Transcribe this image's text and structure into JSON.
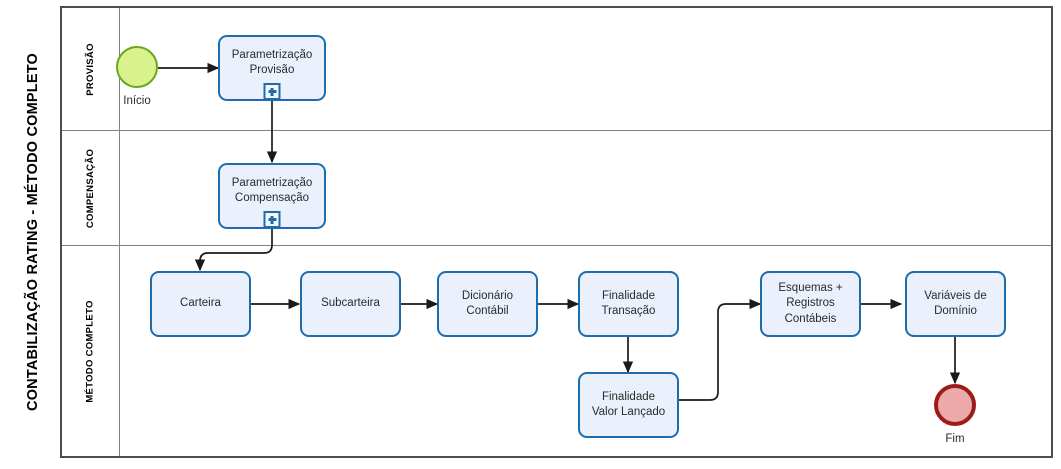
{
  "pool": {
    "title": "CONTABILIZAÇÃO RATING - MÉTODO COMPLETO"
  },
  "lanes": [
    {
      "id": "provisao",
      "label": "PROVISÃO"
    },
    {
      "id": "compensacao",
      "label": "COMPENSAÇÃO"
    },
    {
      "id": "metodo_completo",
      "label": "MÉTODO COMPLETO"
    }
  ],
  "events": [
    {
      "id": "start",
      "type": "start-event",
      "label": "Início",
      "lane": "provisao"
    },
    {
      "id": "end",
      "type": "end-event",
      "label": "Fim",
      "lane": "metodo_completo"
    }
  ],
  "tasks": [
    {
      "id": "parametrizacao_provisao",
      "label": "Parametrização\nProvisão",
      "line1": "Parametrização",
      "line2": "Provisão",
      "marker": "sub-process-plus",
      "lane": "provisao"
    },
    {
      "id": "parametrizacao_compensacao",
      "label": "Parametrização\nCompensação",
      "line1": "Parametrização",
      "line2": "Compensação",
      "marker": "sub-process-plus",
      "lane": "compensacao"
    },
    {
      "id": "carteira",
      "label": "Carteira",
      "line1": "Carteira",
      "line2": "",
      "marker": "none",
      "lane": "metodo_completo"
    },
    {
      "id": "subcarteira",
      "label": "Subcarteira",
      "line1": "Subcarteira",
      "line2": "",
      "marker": "none",
      "lane": "metodo_completo"
    },
    {
      "id": "dicionario_contabil",
      "label": "Dicionário\nContábil",
      "line1": "Dicionário",
      "line2": "Contábil",
      "marker": "none",
      "lane": "metodo_completo"
    },
    {
      "id": "finalidade_transacao",
      "label": "Finalidade\nTransação",
      "line1": "Finalidade",
      "line2": "Transação",
      "marker": "none",
      "lane": "metodo_completo"
    },
    {
      "id": "finalidade_valor_lancado",
      "label": "Finalidade\nValor Lançado",
      "line1": "Finalidade",
      "line2": "Valor Lançado",
      "marker": "none",
      "lane": "metodo_completo"
    },
    {
      "id": "esquemas_registros_contabeis",
      "label": "Esquemas +\nRegistros\nContábeis",
      "line1": "Esquemas +",
      "line2": "Registros",
      "line3": "Contábeis",
      "marker": "none",
      "lane": "metodo_completo"
    },
    {
      "id": "variaveis_de_dominio",
      "label": "Variáveis de\nDomínio",
      "line1": "Variáveis de",
      "line2": "Domínio",
      "marker": "none",
      "lane": "metodo_completo"
    }
  ],
  "flows": [
    {
      "from": "start",
      "to": "parametrizacao_provisao"
    },
    {
      "from": "parametrizacao_provisao",
      "to": "parametrizacao_compensacao"
    },
    {
      "from": "parametrizacao_compensacao",
      "to": "carteira"
    },
    {
      "from": "carteira",
      "to": "subcarteira"
    },
    {
      "from": "subcarteira",
      "to": "dicionario_contabil"
    },
    {
      "from": "dicionario_contabil",
      "to": "finalidade_transacao"
    },
    {
      "from": "finalidade_transacao",
      "to": "finalidade_valor_lancado"
    },
    {
      "from": "finalidade_valor_lancado",
      "to": "esquemas_registros_contabeis"
    },
    {
      "from": "esquemas_registros_contabeis",
      "to": "variaveis_de_dominio"
    },
    {
      "from": "variaveis_de_dominio",
      "to": "end"
    }
  ],
  "colors": {
    "task_fill": "#eaf0fc",
    "task_border": "#1f6cab",
    "start_fill": "#d9f28e",
    "start_border": "#69a81c",
    "end_fill": "#eeaaaa",
    "end_border": "#9c1b1b",
    "pool_border": "#4d4d4d",
    "lane_border": "#808080",
    "flow_line": "#1a1a1a",
    "text": "#2b2b2b"
  }
}
